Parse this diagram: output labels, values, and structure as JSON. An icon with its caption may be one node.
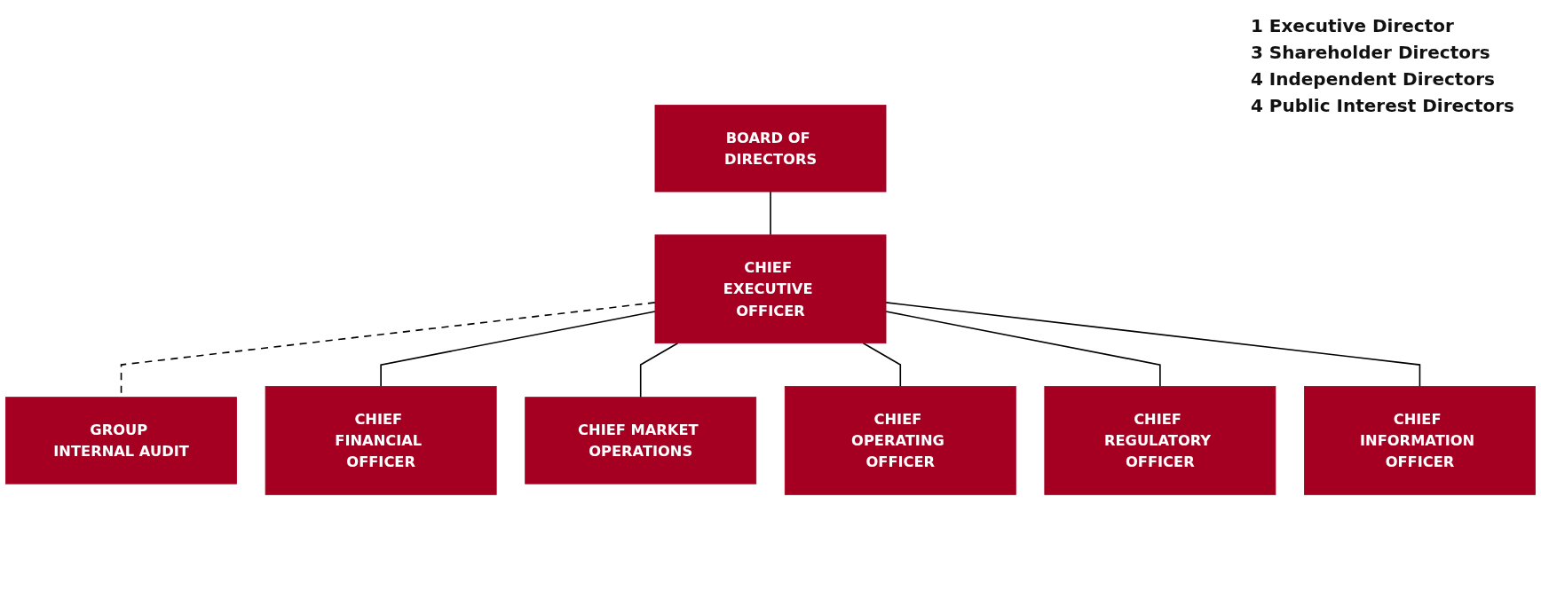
{
  "diagram": {
    "nodes": [
      {
        "text": [
          "BOARD OF DIRECTORS"
        ]
      },
      {
        "text": [
          "CHIEF EXECUTIVE OFFICER"
        ]
      },
      {
        "text": [
          "GROUP INTERNAL AUDIT"
        ]
      },
      {
        "text": [
          "CHIEF FINANCIAL OFFICER"
        ]
      },
      {
        "text": [
          "CHIEF OPERATING OFFICER"
        ]
      },
      {
        "text": [
          "CHIEF INFORMATION OFFICER"
        ]
      },
      {
        "text": [
          "CHIEF MARKET OPERATIONS"
        ]
      },
      {
        "text": [
          "CHIEF REGULATORY OFFICER"
        ]
      }
    ],
    "edges": [
      {
        "from": 0,
        "to": 1,
        "arrow": "none"
      },
      {
        "from": 1,
        "to": 2,
        "arrow": "none",
        "style": "dashed"
      },
      {
        "from": 1,
        "to": 3,
        "arrow": "none"
      },
      {
        "from": 1,
        "to": 6,
        "arrow": "none"
      },
      {
        "from": 1,
        "to": 4,
        "arrow": "none"
      },
      {
        "from": 1,
        "to": 7,
        "arrow": "none"
      },
      {
        "from": 1,
        "to": 5,
        "arrow": "none"
      }
    ],
    "labels": [
      "1 Executive Director",
      "3 Shareholder Directors",
      "4 Independent Directors",
      "4 Public Interest Directors"
    ]
  }
}
